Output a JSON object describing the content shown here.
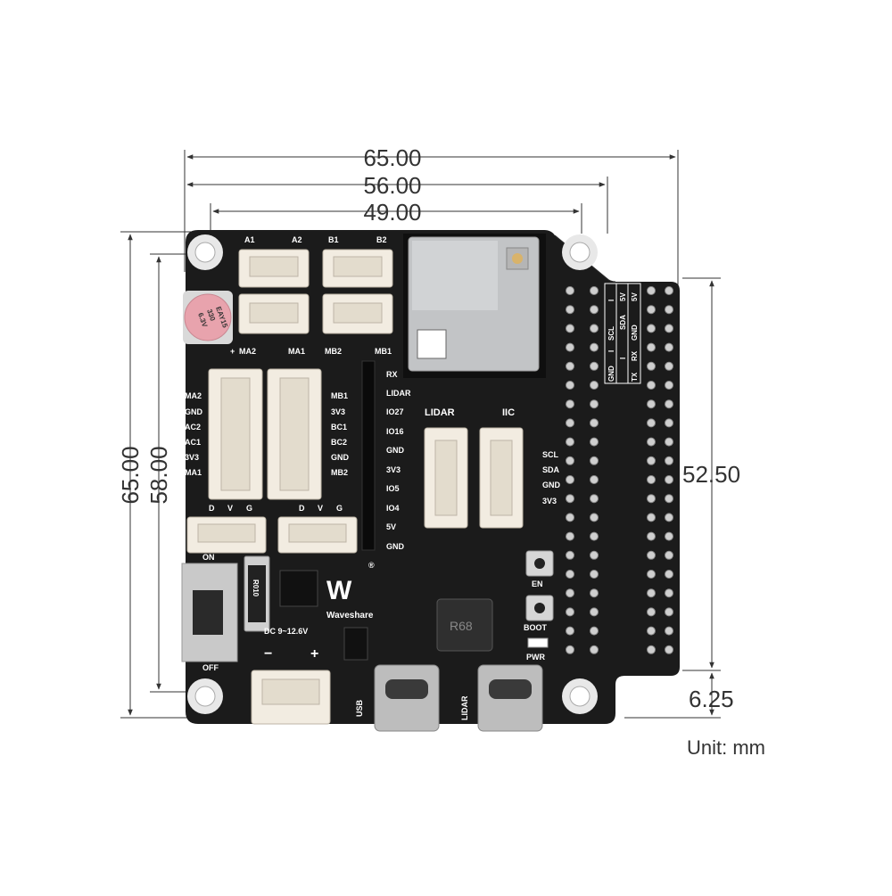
{
  "dimensions": {
    "width_total": "65.00",
    "width_mid": "56.00",
    "width_holes": "49.00",
    "height_total": "65.00",
    "height_holes": "58.00",
    "header_length": "52.50",
    "header_offset": "6.25"
  },
  "unit_text": "Unit: mm",
  "motor_ports": {
    "a1": "A1",
    "a2": "A2",
    "b1": "B1",
    "b2": "B2",
    "ma2": "MA2",
    "ma1": "MA1",
    "mb2": "MB2",
    "mb1": "MB1"
  },
  "capacitor": {
    "l1": "EAY15",
    "l2": "330",
    "l3": "6.3V",
    "plus": "+"
  },
  "encoder_left_pins": [
    "MA2",
    "GND",
    "AC2",
    "AC1",
    "3V3",
    "MA1"
  ],
  "encoder_right_pins": [
    "MB1",
    "3V3",
    "BC1",
    "BC2",
    "GND",
    "MB2"
  ],
  "servo_pins": {
    "d": "D",
    "v": "V",
    "g": "G"
  },
  "io_pins": [
    "RX",
    "LIDAR",
    "IO27",
    "IO16",
    "GND",
    "3V3",
    "IO5",
    "IO4",
    "5V",
    "GND"
  ],
  "lidar_label": "LIDAR",
  "iic_label": "IIC",
  "iic_pins": [
    "SCL",
    "SDA",
    "GND",
    "3V3"
  ],
  "header_table": [
    [
      "GND",
      "I",
      "SCL",
      "I"
    ],
    [
      "I",
      "SDA",
      "5V"
    ],
    [
      "TX",
      "RX",
      "GND",
      "5V"
    ]
  ],
  "header_cells": {
    "c1": [
      "GND",
      "I",
      "SCL",
      "I"
    ],
    "c2": [
      "I",
      "SDA",
      "5V"
    ],
    "c3": [
      "TX",
      "RX",
      "GND",
      "5V"
    ]
  },
  "switch": {
    "on": "ON",
    "off": "OFF"
  },
  "resistor_label": "R010",
  "inductor_label": "R68",
  "dc_label": "DC 9~12.6V",
  "brand": "Waveshare",
  "registered": "®",
  "power_minus": "−",
  "power_plus": "+",
  "buttons": {
    "en": "EN",
    "boot": "BOOT",
    "pwr": "PWR"
  },
  "usb_labels": {
    "usb": "USB",
    "lidar": "LIDAR"
  },
  "colors": {
    "pcb": "#1b1b1b",
    "connector": "#f2ece1",
    "silkscreen": "#ffffff",
    "pin": "#c9a54a",
    "cap": "#e8a3ad",
    "dimension": "#333333"
  }
}
